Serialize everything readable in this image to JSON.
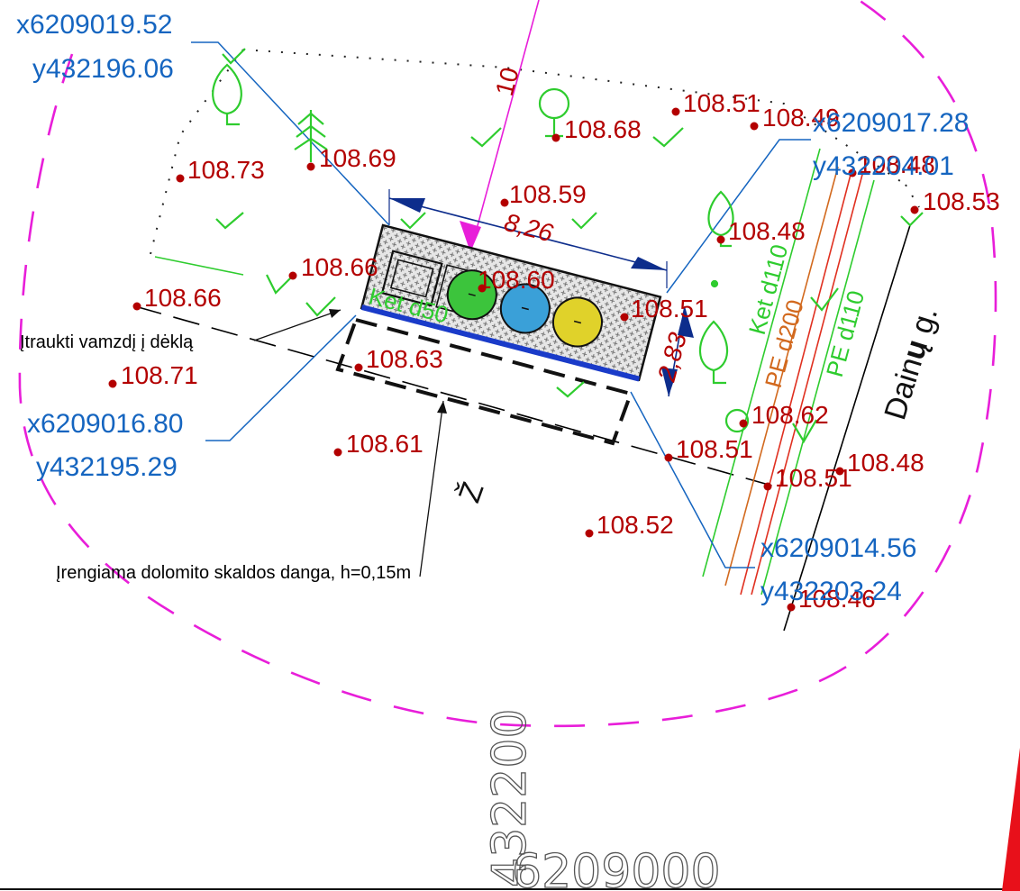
{
  "colors": {
    "elevation": "#b30000",
    "coordinate": "#1565c0",
    "dimension": "#0d2d8c",
    "boundary": "#e81ed9",
    "vegetation": "#2ecc2e",
    "pipe_ket": "#2ecc2e",
    "pipe_pe": "#d2691e",
    "gas_line": "#e03020",
    "bin_green": "#3cc43c",
    "bin_blue": "#3aa0d8",
    "bin_yellow": "#e0d22a"
  },
  "coordinates": [
    {
      "x": "x6209019.52",
      "y": "y432196.06"
    },
    {
      "x": "x6209017.28",
      "y": "y432204.01"
    },
    {
      "x": "x6209016.80",
      "y": "y432195.29"
    },
    {
      "x": "x6209014.56",
      "y": "y432203.24"
    }
  ],
  "elevations": [
    "108.51",
    "108.49",
    "108.68",
    "108.73",
    "108.69",
    "108.59",
    "108.53",
    "108.48",
    "108.66",
    "108.60",
    "108.51",
    "108.66",
    "108.63",
    "108.71",
    "108.62",
    "108.51",
    "108.48",
    "108.51",
    "108.61",
    "108.52",
    "108.46",
    "108.48"
  ],
  "dimensions": {
    "length": "8,26",
    "width": "2,83",
    "offset": "10"
  },
  "utilities": {
    "ket_d110": "Ket d110",
    "pe_d200": "PE d200",
    "pe_d110": "PE d110",
    "ket_d50": "Ket d50"
  },
  "street": {
    "name_start": "Dain",
    "name_bold": "ų",
    "name_end": " g."
  },
  "north_label": "Ž",
  "notes": {
    "pipe_note": "Įtraukti vamzdį į dėklą",
    "surface_note": "Įrengiama dolomito skaldos danga, h=0,15m"
  },
  "grid": {
    "easting": "432200",
    "northing": "6209000"
  }
}
